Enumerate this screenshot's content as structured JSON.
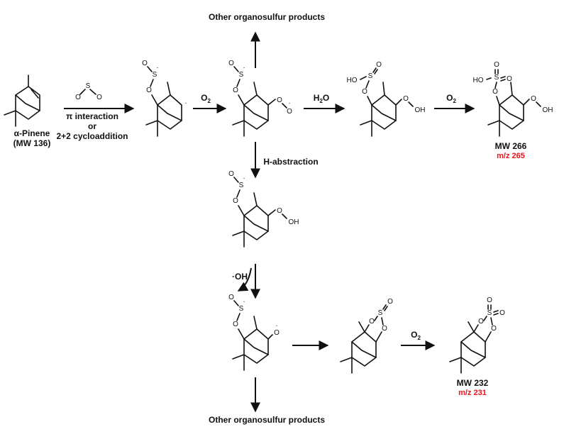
{
  "labels": {
    "other_products_top": "Other organosulfur products",
    "other_products_bottom": "Other organosulfur products",
    "pinene_name": "α-Pinene",
    "pinene_mw": "(MW 136)",
    "step1_line1": "π interaction",
    "step1_line2": "or",
    "step1_line3": "2+2 cycloaddition",
    "o2_a": "O",
    "o2_b": "O",
    "o2_c": "O",
    "o2_sub": "2",
    "h2o_h": "H",
    "h2o_o": "O",
    "h2o_sub": "2",
    "h_abstraction": "H-abstraction",
    "oh_radical": "·OH",
    "mw266": "MW 266",
    "mz265": "m/z 265",
    "mw232": "MW 232",
    "mz231": "m/z 231"
  },
  "atoms": {
    "O": "O",
    "S": "S",
    "OH": "OH",
    "HO": "HO",
    "radical_dot": "·"
  },
  "colors": {
    "text": "#111111",
    "highlight": "#e8141b"
  }
}
